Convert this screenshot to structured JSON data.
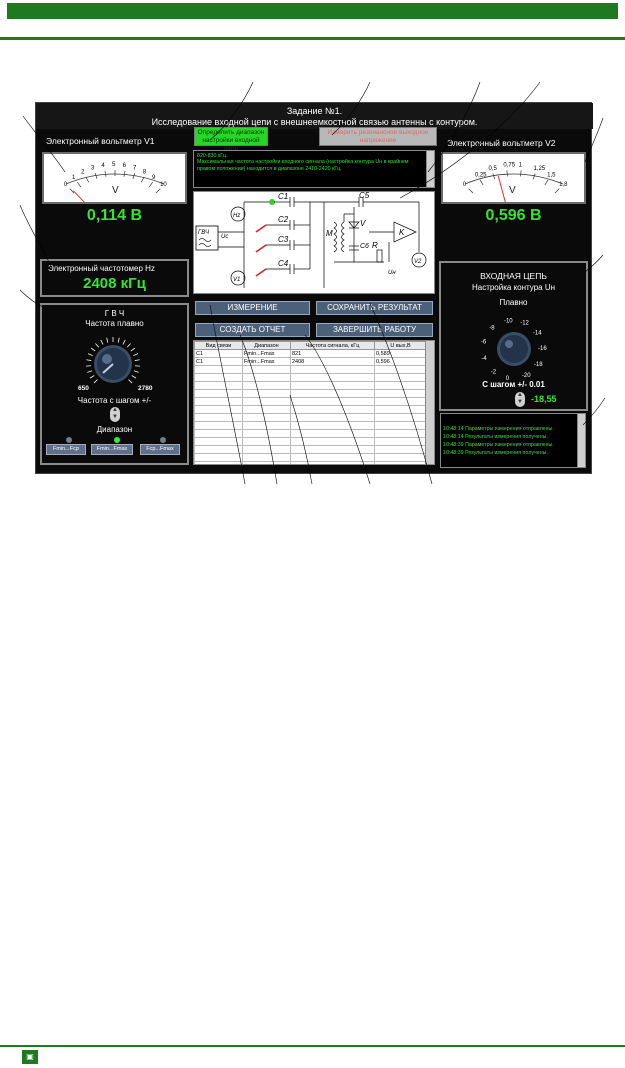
{
  "app": {
    "task_title": "Задание №1.",
    "task_subtitle": "Исследование входной цепи с внешнеемкостной связью антенны с контуром.",
    "btn_define_range": "Определить диапазон настройки входной цепи",
    "btn_measure_resonance": "Измерить резонансное выходное напряжение"
  },
  "voltmeter_v1": {
    "label": "Электронный вольтметр  V1",
    "scale": [
      "0",
      "1",
      "2",
      "3",
      "4",
      "5",
      "6",
      "7",
      "8",
      "9",
      "10"
    ],
    "unit": "V",
    "reading": "0,114 В",
    "needle_fraction": 0.0114
  },
  "freq_meter": {
    "label": "Электронный частотомер Hz",
    "reading": "2408 кГц"
  },
  "generator": {
    "title": "Г В Ч",
    "smooth_label": "Частота плавно",
    "min_label": "650",
    "max_label": "2780",
    "step_label": "Частота с шагом +/-",
    "range_label": "Диапазон",
    "ranges": [
      "Fmin...Fcp",
      "Fmin...Fmax",
      "Fcp...Fmax"
    ],
    "active_range_index": 1
  },
  "info": {
    "line1": "820-830 кГц.",
    "line2": "Максимальная частота настройки входного сигнала  (настройка контура Uн в крайнем правом положении) находится в диапазоне 2410-2420 кГц."
  },
  "circuit": {
    "gen_label": "ГВЧ",
    "uc_label": "Uс",
    "hz_label": "Hz",
    "v1_label": "V1",
    "v2_label": "V2",
    "c1": "C1",
    "c2": "C2",
    "c3": "C3",
    "c4": "C4",
    "c5": "C5",
    "c6": "C6",
    "m_label": "M",
    "v_label": "V",
    "r_label": "R",
    "k_label": "K",
    "un_label": "Uн"
  },
  "actions": {
    "measure": "ИЗМЕРЕНИЕ",
    "save": "СОХРАНИТЬ РЕЗУЛЬТАТ",
    "report": "СОЗДАТЬ ОТЧЕТ",
    "finish": "ЗАВЕРШИТЬ РАБОТУ"
  },
  "results_table": {
    "headers": [
      "Вид связи",
      "Диапазон",
      "Частота сигнала, кГц",
      "U вых,В"
    ],
    "rows": [
      [
        "C1",
        "Fmin...Fmax",
        "821",
        "0,589"
      ],
      [
        "C1",
        "Fmin...Fmax",
        "2408",
        "0,596"
      ]
    ]
  },
  "voltmeter_v2": {
    "label": "Электронный вольтметр V2",
    "scale": [
      "0",
      "0,25",
      "0,5",
      "0,75",
      "1",
      "1,25",
      "1,5",
      "1,8"
    ],
    "unit": "V",
    "reading": "0,596 В",
    "needle_fraction": 0.331
  },
  "input_circuit": {
    "title": "ВХОДНАЯ ЦЕПЬ",
    "tuning_label": "Настройка контура  Uн",
    "smooth_label": "Плавно",
    "knob_scale": [
      "-10",
      "-12",
      "-14",
      "-16",
      "-18",
      "-20",
      "0",
      "-2",
      "-4",
      "-6",
      "-8"
    ],
    "step_label": "С шагом +/- 0.01",
    "step_value": "-18,55"
  },
  "log": {
    "lines": [
      "10:48:14 Параметры измерения отправлены.",
      "10:48:14 Результаты измерения получены.",
      "10:48:39 Параметры измерения отправлены.",
      "10:48:39 Результаты измерения получены."
    ]
  },
  "colors": {
    "brand_green": "#1f7a1f",
    "readout_green": "#31e631",
    "button_blue": "#4c6079"
  }
}
